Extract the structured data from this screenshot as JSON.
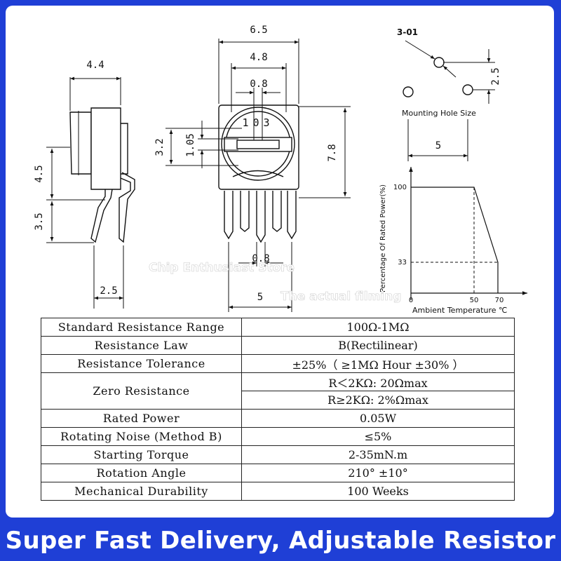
{
  "side_view": {
    "dim_width": "4.4",
    "dim_upper_height": "4.5",
    "dim_lower_height": "3.5",
    "dim_pin_pitch": "2.5"
  },
  "front_view": {
    "dim_outer_width": "6.5",
    "dim_inner_width": "4.8",
    "dim_slot_width": "0.8",
    "dim_height": "7.8",
    "dim_offset": "3.2",
    "dim_slot_height": "1.05",
    "dim_pin_width": "0.8",
    "dim_pin_span": "5",
    "marking": "103"
  },
  "mounting": {
    "callout": "3-01",
    "dim_vertical": "2.5",
    "dim_horizontal": "5",
    "caption": "Mounting Hole Size"
  },
  "derating": {
    "ylabel": "Percentage Of Rated Power(%)",
    "xlabel": "Ambient Temperature ℃",
    "tick_y_top": "100",
    "tick_y_mid": "33",
    "tick_x_origin": "0",
    "tick_x_mid": "50",
    "tick_x_end": "70"
  },
  "watermark": {
    "store": "Chip Enthusiast Store",
    "note": "The actual filming"
  },
  "specs": {
    "standard_resistance_range": {
      "label": "Standard Resistance Range",
      "value": "100Ω-1MΩ"
    },
    "resistance_law": {
      "label": "Resistance Law",
      "value": "B(Rectilinear)"
    },
    "resistance_tolerance": {
      "label": "Resistance Tolerance",
      "value": "±25%（ ≥1MΩ Hour ±30% ）"
    },
    "zero_resistance": {
      "label": "Zero Resistance",
      "value_low": "R＜2KΩ: 20Ωmax",
      "value_high": "R≥2KΩ: 2%Ωmax"
    },
    "rated_power": {
      "label": "Rated Power",
      "value": "0.05W"
    },
    "rotating_noise": {
      "label": "Rotating Noise (Method B)",
      "value": "≤5%"
    },
    "starting_torque": {
      "label": "Starting Torque",
      "value": "2-35mN.m"
    },
    "rotation_angle": {
      "label": "Rotation Angle",
      "value": "210° ±10°"
    },
    "mechanical_durability": {
      "label": "Mechanical Durability",
      "value": "100 Weeks"
    }
  },
  "footer": {
    "text": "Super Fast Delivery, Adjustable Resistor"
  }
}
